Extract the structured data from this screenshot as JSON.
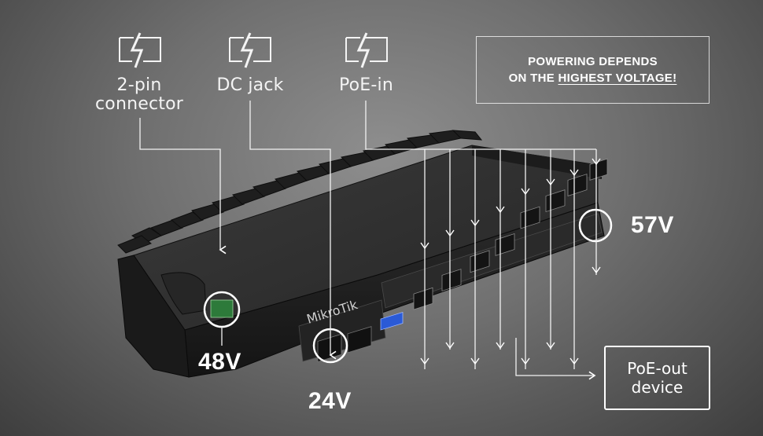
{
  "sources": [
    {
      "id": "two-pin",
      "line1": "2-pin",
      "line2": "connector",
      "voltage": "48V",
      "icon": "battery-bolt-icon"
    },
    {
      "id": "dc-jack",
      "line1": "DC jack",
      "line2": "",
      "voltage": "24V",
      "icon": "battery-bolt-icon"
    },
    {
      "id": "poe-in",
      "line1": "PoE-in",
      "line2": "",
      "voltage": "57V",
      "icon": "battery-bolt-icon"
    }
  ],
  "notice": {
    "line1": "POWERING DEPENDS",
    "line2_prefix": "ON THE ",
    "line2_emphasis": "HIGHEST VOLTAGE!"
  },
  "poe_out": {
    "line1": "PoE-out",
    "line2": "device"
  },
  "device": {
    "brand": "MikroTik"
  }
}
